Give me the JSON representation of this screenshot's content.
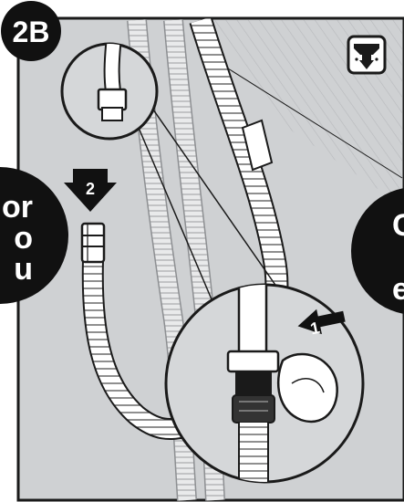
{
  "step_badge": {
    "label": "2B"
  },
  "left_badge": {
    "lines": [
      "or",
      "o",
      "u"
    ]
  },
  "right_badge": {
    "lines": [
      "C",
      "e"
    ]
  },
  "arrows": [
    {
      "label": "1"
    },
    {
      "label": "2"
    }
  ],
  "corner_icon": {
    "name": "drain-filter-icon"
  },
  "colors": {
    "background": "#cfd1d3",
    "line": "#1a1a1a",
    "hose": "#ffffff",
    "dark": "#111111",
    "hatch": "#b7b9bc"
  }
}
